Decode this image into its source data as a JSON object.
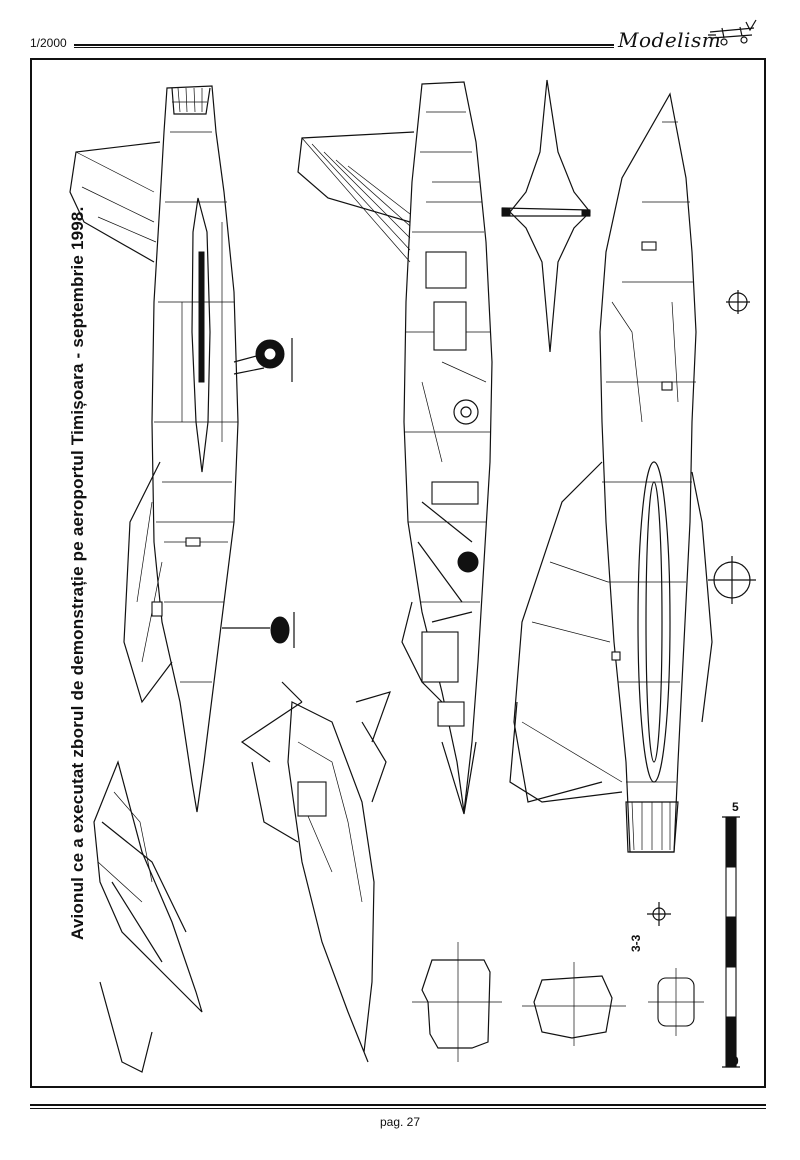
{
  "header": {
    "issue": "1/2000",
    "magazine": "Modelism"
  },
  "caption": "Avionul ce a executat zborul de demonstrație pe aeroportul Timișoara - septembrie 1998.",
  "drawing": {
    "section_label": "3-3",
    "scale_start": "0",
    "scale_end": "5"
  },
  "footer": {
    "page": "pag. 27"
  }
}
